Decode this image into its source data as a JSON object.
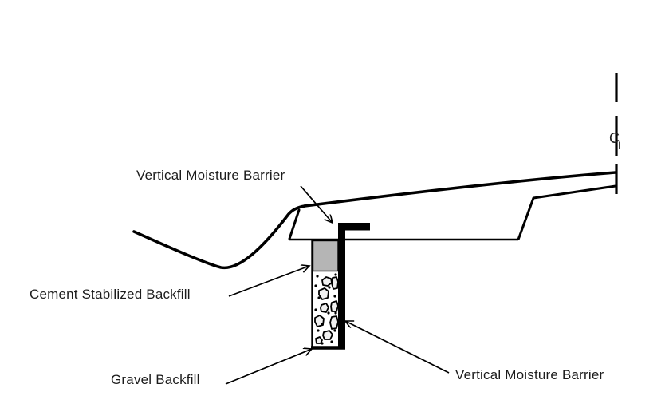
{
  "diagram": {
    "title_hint": "Pavement edge cross-section with vertical moisture barrier detail",
    "labels": {
      "top_barrier": "Vertical Moisture Barrier",
      "cement": "Cement Stabilized Backfill",
      "gravel": "Gravel Backfill",
      "bottom_barrier": "Vertical Moisture Barrier"
    },
    "centerline": {
      "symbol_main": "C",
      "symbol_sub": "L"
    },
    "colors": {
      "line": "#000000",
      "cement_fill": "#b5b5b5",
      "stone_fill": "#f0f0f0",
      "background": "#ffffff",
      "text": "#1c1c1c"
    }
  }
}
